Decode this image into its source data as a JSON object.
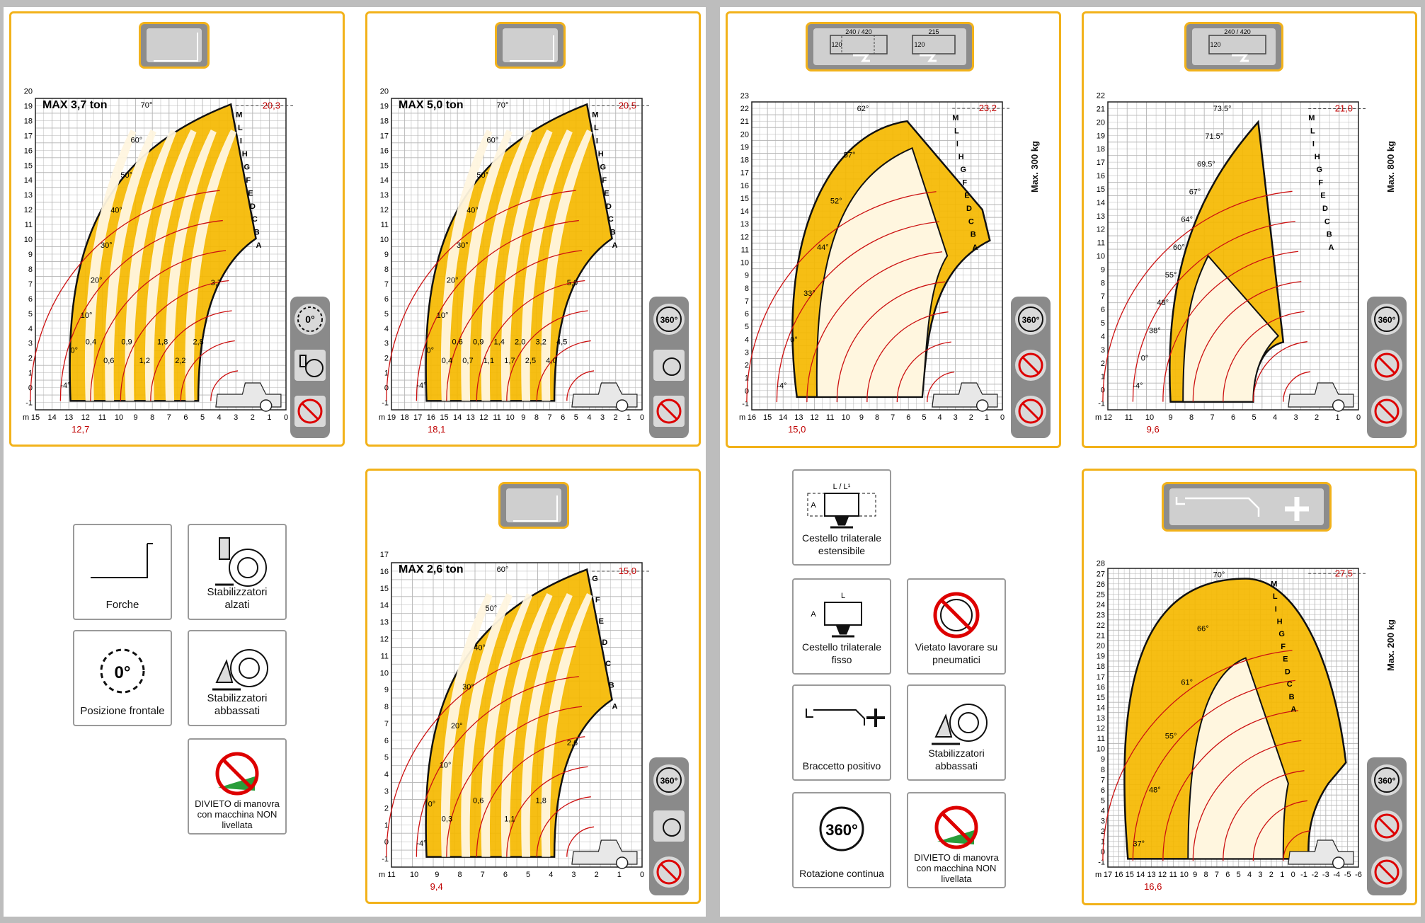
{
  "colors": {
    "frame": "#f2b21a",
    "area": "#f5b800",
    "curve": "#cc1111",
    "grid": "#999999",
    "dim": "#c00000"
  },
  "charts": [
    {
      "id": "c1",
      "title": "MAX 3,7 ton",
      "xt": [
        "15",
        "14",
        "13",
        "12",
        "11",
        "10",
        "9",
        "8",
        "7",
        "6",
        "5",
        "4",
        "3",
        "2",
        "1",
        "0"
      ],
      "yt": [
        "-1",
        "0",
        "1",
        "2",
        "3",
        "4",
        "5",
        "6",
        "7",
        "8",
        "9",
        "10",
        "11",
        "12",
        "13",
        "14",
        "15",
        "16",
        "17",
        "18",
        "19",
        "20"
      ],
      "unit": "m",
      "top": "20,3",
      "reach": "12,7",
      "angles": [
        "70°",
        "60°",
        "50°",
        "40°",
        "30°",
        "20°",
        "10°",
        "0°",
        "-4°"
      ],
      "sections": [
        "M",
        "L",
        "I",
        "H",
        "G",
        "F",
        "E",
        "D",
        "C",
        "B",
        "A"
      ],
      "loads": [
        "3,7",
        "2,8",
        "2,2",
        "1,8",
        "1,2",
        "0,9",
        "0,6",
        "0,4"
      ],
      "cols": 15,
      "rows": 21,
      "ymin": -1,
      "ymax": 20,
      "style": "fork"
    },
    {
      "id": "c2",
      "title": "MAX 5,0 ton",
      "xt": [
        "19",
        "18",
        "17",
        "16",
        "15",
        "14",
        "13",
        "12",
        "11",
        "10",
        "9",
        "8",
        "7",
        "6",
        "5",
        "4",
        "3",
        "2",
        "1",
        "0"
      ],
      "yt": [
        "-1",
        "0",
        "1",
        "2",
        "3",
        "4",
        "5",
        "6",
        "7",
        "8",
        "9",
        "10",
        "11",
        "12",
        "13",
        "14",
        "15",
        "16",
        "17",
        "18",
        "19",
        "20"
      ],
      "unit": "m",
      "top": "20,5",
      "reach": "18,1",
      "angles": [
        "70°",
        "60°",
        "50°",
        "40°",
        "30°",
        "20°",
        "10°",
        "0°",
        "-4°"
      ],
      "sections": [
        "M",
        "L",
        "I",
        "H",
        "G",
        "F",
        "E",
        "D",
        "C",
        "B",
        "A"
      ],
      "loads": [
        "5,0",
        "4,5",
        "4,0",
        "3,2",
        "2,5",
        "2,0",
        "1,7",
        "1,4",
        "1,1",
        "0,9",
        "0,7",
        "0,6",
        "0,4"
      ],
      "cols": 19,
      "rows": 21,
      "ymin": -1,
      "ymax": 20,
      "style": "fork"
    },
    {
      "id": "c3",
      "title": "",
      "xt": [
        "16",
        "15",
        "14",
        "13",
        "12",
        "11",
        "10",
        "9",
        "8",
        "7",
        "6",
        "5",
        "4",
        "3",
        "2",
        "1",
        "0"
      ],
      "yt": [
        "-1",
        "0",
        "1",
        "2",
        "3",
        "4",
        "5",
        "6",
        "7",
        "8",
        "9",
        "10",
        "11",
        "12",
        "13",
        "14",
        "15",
        "16",
        "17",
        "18",
        "19",
        "20",
        "21",
        "22",
        "23"
      ],
      "unit": "m",
      "top": "23,2",
      "reach": "15,0",
      "angles": [
        "62°",
        "57°",
        "52°",
        "44°",
        "33°",
        "0°",
        "-4°"
      ],
      "sections": [
        "M",
        "L",
        "I",
        "H",
        "G",
        "F",
        "E",
        "D",
        "C",
        "B",
        "A"
      ],
      "loads": [],
      "cols": 16,
      "rows": 24,
      "ymin": -1,
      "ymax": 23,
      "style": "basket",
      "side": "Max. 300 kg"
    },
    {
      "id": "c4",
      "title": "",
      "xt": [
        "12",
        "11",
        "10",
        "9",
        "8",
        "7",
        "6",
        "5",
        "4",
        "3",
        "2",
        "1",
        "0"
      ],
      "yt": [
        "-1",
        "0",
        "1",
        "2",
        "3",
        "4",
        "5",
        "6",
        "7",
        "8",
        "9",
        "10",
        "11",
        "12",
        "13",
        "14",
        "15",
        "16",
        "17",
        "18",
        "19",
        "20",
        "21",
        "22"
      ],
      "unit": "m",
      "top": "21,0",
      "reach": "9,6",
      "angles": [
        "73.5°",
        "71.5°",
        "69.5°",
        "67°",
        "64°",
        "60°",
        "55°",
        "48°",
        "38°",
        "0°",
        "-4°"
      ],
      "sections": [
        "M",
        "L",
        "I",
        "H",
        "G",
        "F",
        "E",
        "D",
        "C",
        "B",
        "A"
      ],
      "loads": [],
      "cols": 13,
      "rows": 23,
      "ymin": -1,
      "ymax": 22,
      "style": "narrow",
      "side": "Max. 800 kg"
    },
    {
      "id": "c5",
      "title": "MAX 2,6 ton",
      "xt": [
        "11",
        "10",
        "9",
        "8",
        "7",
        "6",
        "5",
        "4",
        "3",
        "2",
        "1",
        "0"
      ],
      "yt": [
        "-1",
        "0",
        "1",
        "2",
        "3",
        "4",
        "5",
        "6",
        "7",
        "8",
        "9",
        "10",
        "11",
        "12",
        "13",
        "14",
        "15",
        "16",
        "17"
      ],
      "unit": "m",
      "top": "15,0",
      "reach": "9,4",
      "angles": [
        "60°",
        "50°",
        "40°",
        "30°",
        "20°",
        "10°",
        "0°",
        "-4°"
      ],
      "sections": [
        "G",
        "F",
        "E",
        "D",
        "C",
        "B",
        "A"
      ],
      "loads": [
        "2,6",
        "1,8",
        "1,1",
        "0,6",
        "0,3"
      ],
      "cols": 12,
      "rows": 18,
      "ymin": -1,
      "ymax": 17,
      "style": "fork"
    },
    {
      "id": "c6",
      "title": "",
      "xt": [
        "17",
        "16",
        "15",
        "14",
        "13",
        "12",
        "11",
        "10",
        "9",
        "8",
        "7",
        "6",
        "5",
        "4",
        "3",
        "2",
        "1",
        "0",
        "-1",
        "-2",
        "-3",
        "-4",
        "-5",
        "-6"
      ],
      "yt": [
        "-1",
        "0",
        "1",
        "2",
        "3",
        "4",
        "5",
        "6",
        "7",
        "8",
        "9",
        "10",
        "11",
        "12",
        "13",
        "14",
        "15",
        "16",
        "17",
        "18",
        "19",
        "20",
        "21",
        "22",
        "23",
        "24",
        "25",
        "26",
        "27",
        "28"
      ],
      "unit": "m",
      "top": "27,5",
      "reach": "16,6",
      "angles": [
        "70°",
        "66°",
        "61°",
        "55°",
        "48°",
        "37°"
      ],
      "sections": [
        "M",
        "L",
        "I",
        "H",
        "G",
        "F",
        "E",
        "D",
        "C",
        "B",
        "A"
      ],
      "loads": [],
      "cols": 23,
      "rows": 29,
      "ymin": -1,
      "ymax": 28,
      "style": "wide",
      "side": "Max. 200 kg"
    }
  ],
  "legend_left": [
    {
      "label": "Forche",
      "icon": "forks-icon"
    },
    {
      "label": "Stabilizzatori alzati",
      "icon": "stabilizers-up-icon"
    },
    {
      "label": "Posizione frontale",
      "icon": "front-position-icon",
      "glyph": "0°"
    },
    {
      "label": "Stabilizzatori abbassati",
      "icon": "stabilizers-down-icon"
    },
    {
      "label": "DIVIETO di manovra con macchina NON livellata",
      "icon": "no-unlevel-icon"
    }
  ],
  "legend_right": [
    {
      "label": "Cestello trilaterale estensibile",
      "icon": "ext-basket-icon",
      "top": "L / L¹",
      "side": "A"
    },
    {
      "label": "Cestello trilaterale fisso",
      "icon": "fixed-basket-icon",
      "top": "L",
      "side": "A"
    },
    {
      "label": "Vietato lavorare su pneumatici",
      "icon": "no-tyres-icon"
    },
    {
      "label": "Braccetto positivo",
      "icon": "jib-plus-icon"
    },
    {
      "label": "Stabilizzatori abbassati",
      "icon": "stabilizers-down-icon"
    },
    {
      "label": "Rotazione continua",
      "icon": "rotation-360-icon",
      "glyph": "360°"
    },
    {
      "label": "DIVIETO di manovra con macchina NON livellata",
      "icon": "no-unlevel-icon"
    }
  ],
  "header_c3": {
    "a": "240 / 420",
    "b": "120",
    "c": "215",
    "d": "120"
  },
  "header_c4": {
    "a": "240 / 420",
    "b": "120"
  },
  "side_glyph": "360°",
  "side_glyph2": "0°"
}
